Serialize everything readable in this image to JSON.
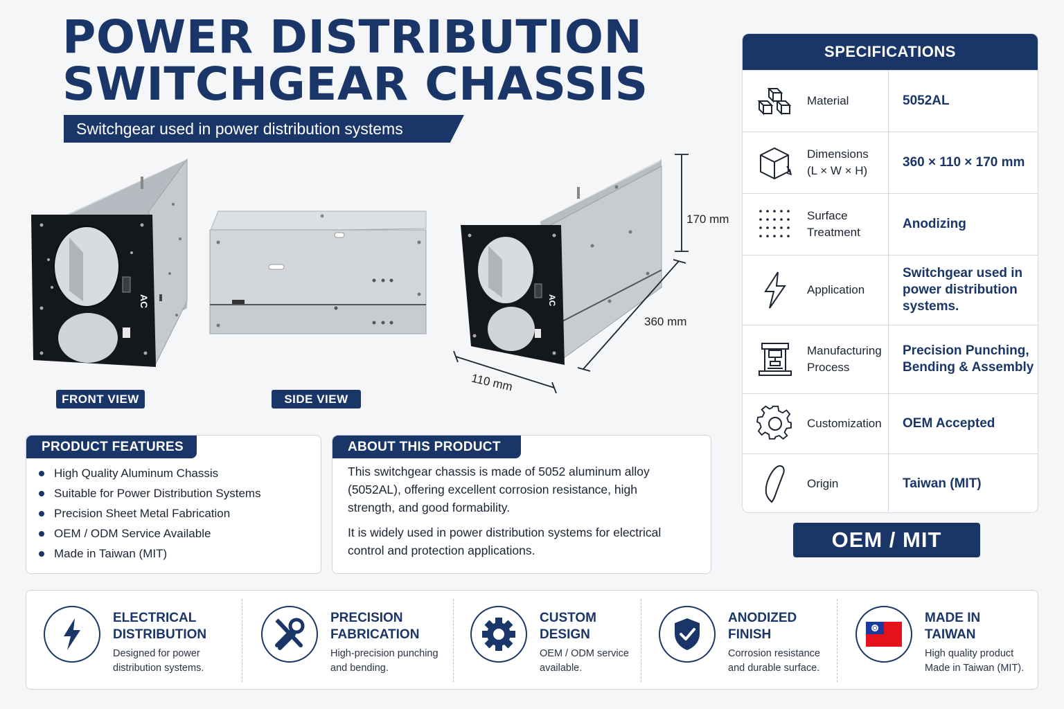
{
  "title": {
    "line1": "POWER DISTRIBUTION",
    "line2": "SWITCHGEAR CHASSIS",
    "subtitle": "Switchgear used in power distribution systems"
  },
  "images": {
    "front_label": "FRONT VIEW",
    "side_label": "SIDE VIEW",
    "panel_marking": "AC",
    "dim_height": "170 mm",
    "dim_length": "360 mm",
    "dim_width": "110 mm"
  },
  "specs": {
    "heading": "SPECIFICATIONS",
    "rows": [
      {
        "icon": "cubes-icon",
        "name": "Material",
        "value": "5052AL"
      },
      {
        "icon": "box-dimensions-icon",
        "name": "Dimensions\n(L × W × H)",
        "value": "360 × 110 × 170 mm"
      },
      {
        "icon": "dot-grid-icon",
        "name": "Surface\nTreatment",
        "value": "Anodizing"
      },
      {
        "icon": "lightning-icon",
        "name": "Application",
        "value": "Switchgear used in\npower distribution\nsystems."
      },
      {
        "icon": "press-machine-icon",
        "name": "Manufacturing\nProcess",
        "value": "Precision Punching,\nBending & Assembly"
      },
      {
        "icon": "gear-icon",
        "name": "Customization",
        "value": "OEM Accepted"
      },
      {
        "icon": "taiwan-map-icon",
        "name": "Origin",
        "value": "Taiwan (MIT)"
      }
    ],
    "badge": "OEM / MIT"
  },
  "features": {
    "heading": "PRODUCT FEATURES",
    "items": [
      "High Quality Aluminum Chassis",
      "Suitable for Power Distribution Systems",
      "Precision Sheet Metal Fabrication",
      "OEM / ODM Service Available",
      "Made in Taiwan (MIT)"
    ]
  },
  "about": {
    "heading": "ABOUT THIS PRODUCT",
    "p1": "This switchgear chassis is made of 5052 aluminum alloy (5052AL), offering excellent corrosion resistance, high strength, and good formability.",
    "p2": "It is widely used in power distribution systems for electrical control and protection applications."
  },
  "highlights": [
    {
      "icon": "lightning-icon",
      "title": "ELECTRICAL\nDISTRIBUTION",
      "desc": "Designed for power\ndistribution systems."
    },
    {
      "icon": "tools-icon",
      "title": "PRECISION\nFABRICATION",
      "desc": "High-precision punching\nand bending."
    },
    {
      "icon": "gear-icon",
      "title": "CUSTOM\nDESIGN",
      "desc": "OEM / ODM service\navailable."
    },
    {
      "icon": "shield-check-icon",
      "title": "ANODIZED\nFINISH",
      "desc": "Corrosion resistance\nand durable surface."
    },
    {
      "icon": "taiwan-flag-icon",
      "title": "MADE IN\nTAIWAN",
      "desc": "High quality product\nMade in Taiwan (MIT)."
    }
  ],
  "colors": {
    "navy": "#1a3668",
    "background": "#f5f6f8",
    "panel": "#111418",
    "aluminum": "#c9ccd1"
  }
}
